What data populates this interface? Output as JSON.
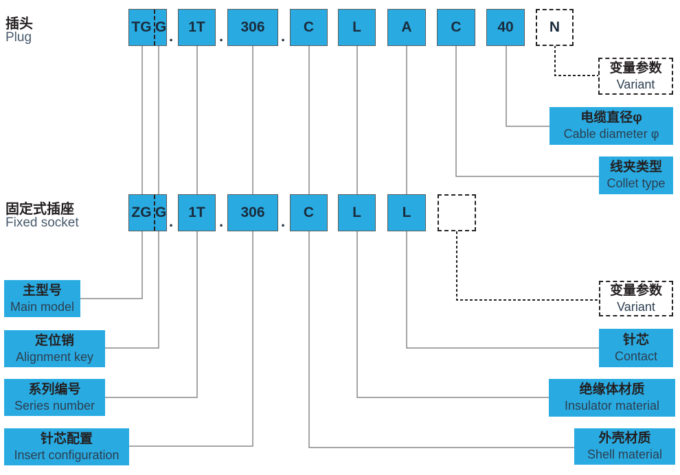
{
  "diagram_title": "Connector part number code diagram",
  "colors": {
    "accent_blue": "#29ABE2",
    "wire_gray": "#85878A",
    "dashed_black": "#231F20",
    "code_text": "#1A2B3C",
    "title_en_slate": "#47596B"
  },
  "rows": {
    "plug": {
      "title_zh": "插头",
      "title_en": "Plug",
      "code": {
        "split_left": "TG",
        "split_right": "G",
        "sep1": ".",
        "seg_series": "1T",
        "sep2": ".",
        "seg_insert": "306",
        "sep3": ".",
        "seg_shell": "C",
        "seg_insulator": "L",
        "seg_contact": "A",
        "seg_collet": "C",
        "seg_cable": "40",
        "seg_variant": "N"
      }
    },
    "socket": {
      "title_zh": "固定式插座",
      "title_en": "Fixed socket",
      "code": {
        "split_left": "ZG",
        "split_right": "G",
        "sep1": ".",
        "seg_series": "1T",
        "sep2": ".",
        "seg_insert": "306",
        "sep3": ".",
        "seg_shell": "C",
        "seg_insulator": "L",
        "seg_contact": "L",
        "seg_variant": ""
      }
    }
  },
  "labels": {
    "main_model": {
      "zh": "主型号",
      "en": "Main model"
    },
    "alignment_key": {
      "zh": "定位销",
      "en": "Alignment key"
    },
    "series_number": {
      "zh": "系列编号",
      "en": "Series number"
    },
    "insert_configuration": {
      "zh": "针芯配置",
      "en": "Insert configuration"
    },
    "variant_plug": {
      "zh": "变量参数",
      "en": "Variant"
    },
    "cable_diameter": {
      "zh": "电缆直径φ",
      "en": "Cable diameter φ"
    },
    "collet_type": {
      "zh": "线夹类型",
      "en": "Collet type"
    },
    "variant_socket": {
      "zh": "变量参数",
      "en": "Variant"
    },
    "contact": {
      "zh": "针芯",
      "en": "Contact"
    },
    "insulator_material": {
      "zh": "绝缘体材质",
      "en": "Insulator material"
    },
    "shell_material": {
      "zh": "外壳材质",
      "en": "Shell material"
    }
  }
}
